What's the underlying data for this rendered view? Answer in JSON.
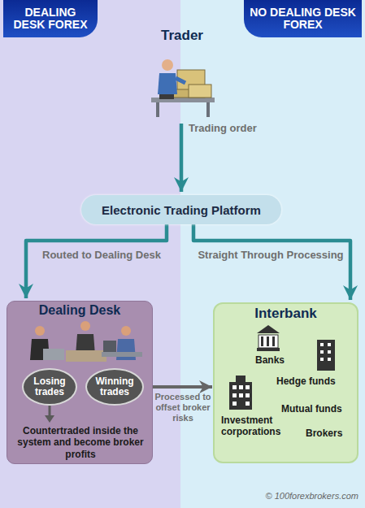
{
  "diagram": {
    "nodes": [
      {
        "text": [
          "DEALING DESK FOREX"
        ]
      },
      {
        "text": [
          "NO DEALING DESK FOREX"
        ]
      },
      {
        "text": [
          "Trader"
        ]
      },
      {
        "text": [
          "Electronic Trading Platform"
        ]
      },
      {
        "text": [
          "Dealing Desk",
          "Countertraded inside the system and become broker profits"
        ]
      },
      {
        "text": [
          "Losing trades"
        ],
        "in": 4
      },
      {
        "text": [
          "Winning trades"
        ],
        "in": 4
      },
      {
        "text": [
          "Interbank",
          "Banks",
          "Hedge funds",
          "Mutual funds",
          "Investment corporations",
          "Brokers"
        ]
      }
    ],
    "edges": [
      {
        "from": 2,
        "to": 3,
        "label": "Trading order",
        "arrow": "to"
      },
      {
        "from": 3,
        "to": 4,
        "label": "Routed to Dealing Desk",
        "arrow": "to"
      },
      {
        "from": 3,
        "to": 7,
        "label": "Straight Through Processing",
        "arrow": "to"
      },
      {
        "from": 6,
        "to": 7,
        "label": "Processed to offset broker risks",
        "arrow": "to"
      }
    ],
    "labels": [
      "© 100forexbrokers.com"
    ]
  }
}
